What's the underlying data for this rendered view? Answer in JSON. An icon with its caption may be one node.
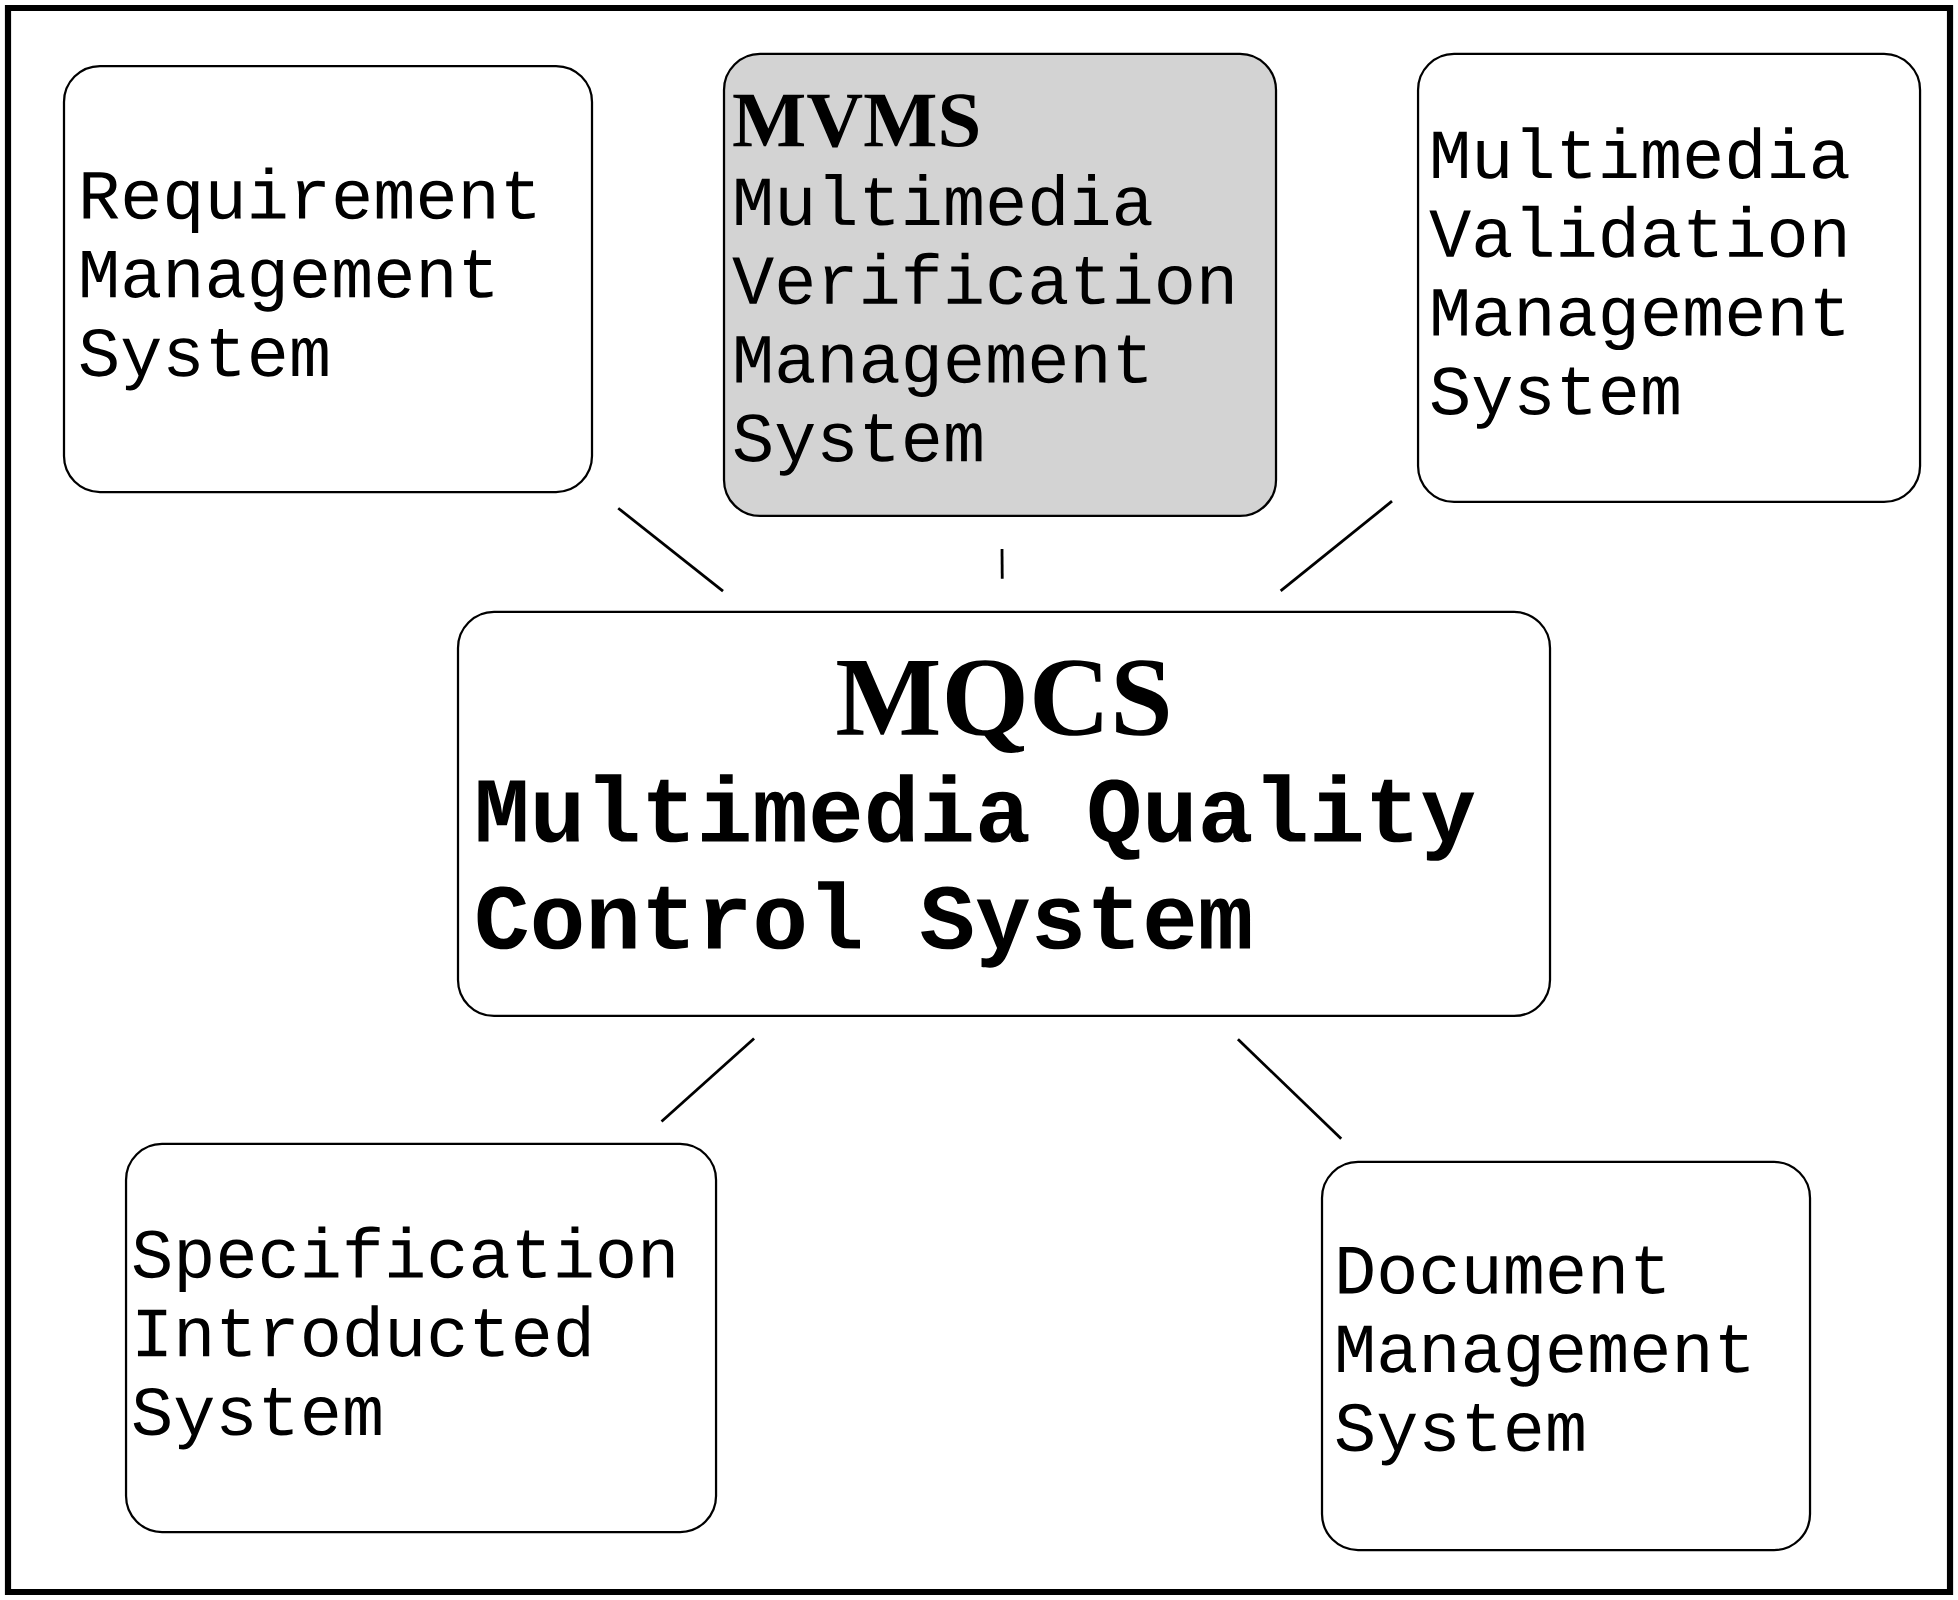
{
  "diagram": {
    "nodes": [
      {
        "text": [
          "Requirement Management System"
        ]
      },
      {
        "text": [
          "MVMS",
          "Multimedia Verification Management System"
        ]
      },
      {
        "text": [
          "Multimedia Validation Management System"
        ]
      },
      {
        "text": [
          "MQCS",
          "Multimedia Quality Control System"
        ]
      },
      {
        "text": [
          "Specification Introducted System"
        ]
      },
      {
        "text": [
          "Document Management System"
        ]
      }
    ],
    "edges": [
      {
        "from": 3,
        "to": 0,
        "arrow": "none"
      },
      {
        "from": 3,
        "to": 1,
        "arrow": "none"
      },
      {
        "from": 3,
        "to": 2,
        "arrow": "none"
      },
      {
        "from": 3,
        "to": 4,
        "arrow": "none"
      },
      {
        "from": 3,
        "to": 5,
        "arrow": "none"
      }
    ]
  }
}
